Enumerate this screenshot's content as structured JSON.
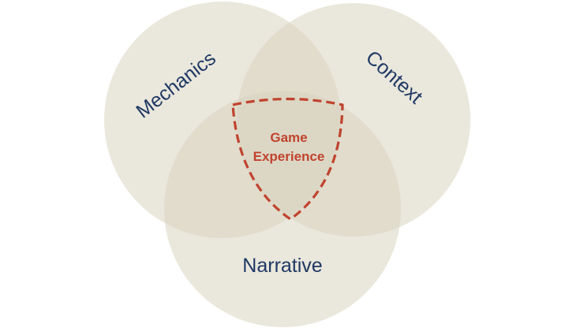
{
  "diagram": {
    "type": "venn",
    "sets": [
      {
        "id": "mechanics",
        "label": "Mechanics"
      },
      {
        "id": "context",
        "label": "Context"
      },
      {
        "id": "narrative",
        "label": "Narrative"
      }
    ],
    "intersection": {
      "line1": "Game",
      "line2": "Experience"
    },
    "colors": {
      "circle_fill": "#d9d4c0",
      "set_label": "#1f3864",
      "intersection_accent": "#c0432e"
    }
  }
}
